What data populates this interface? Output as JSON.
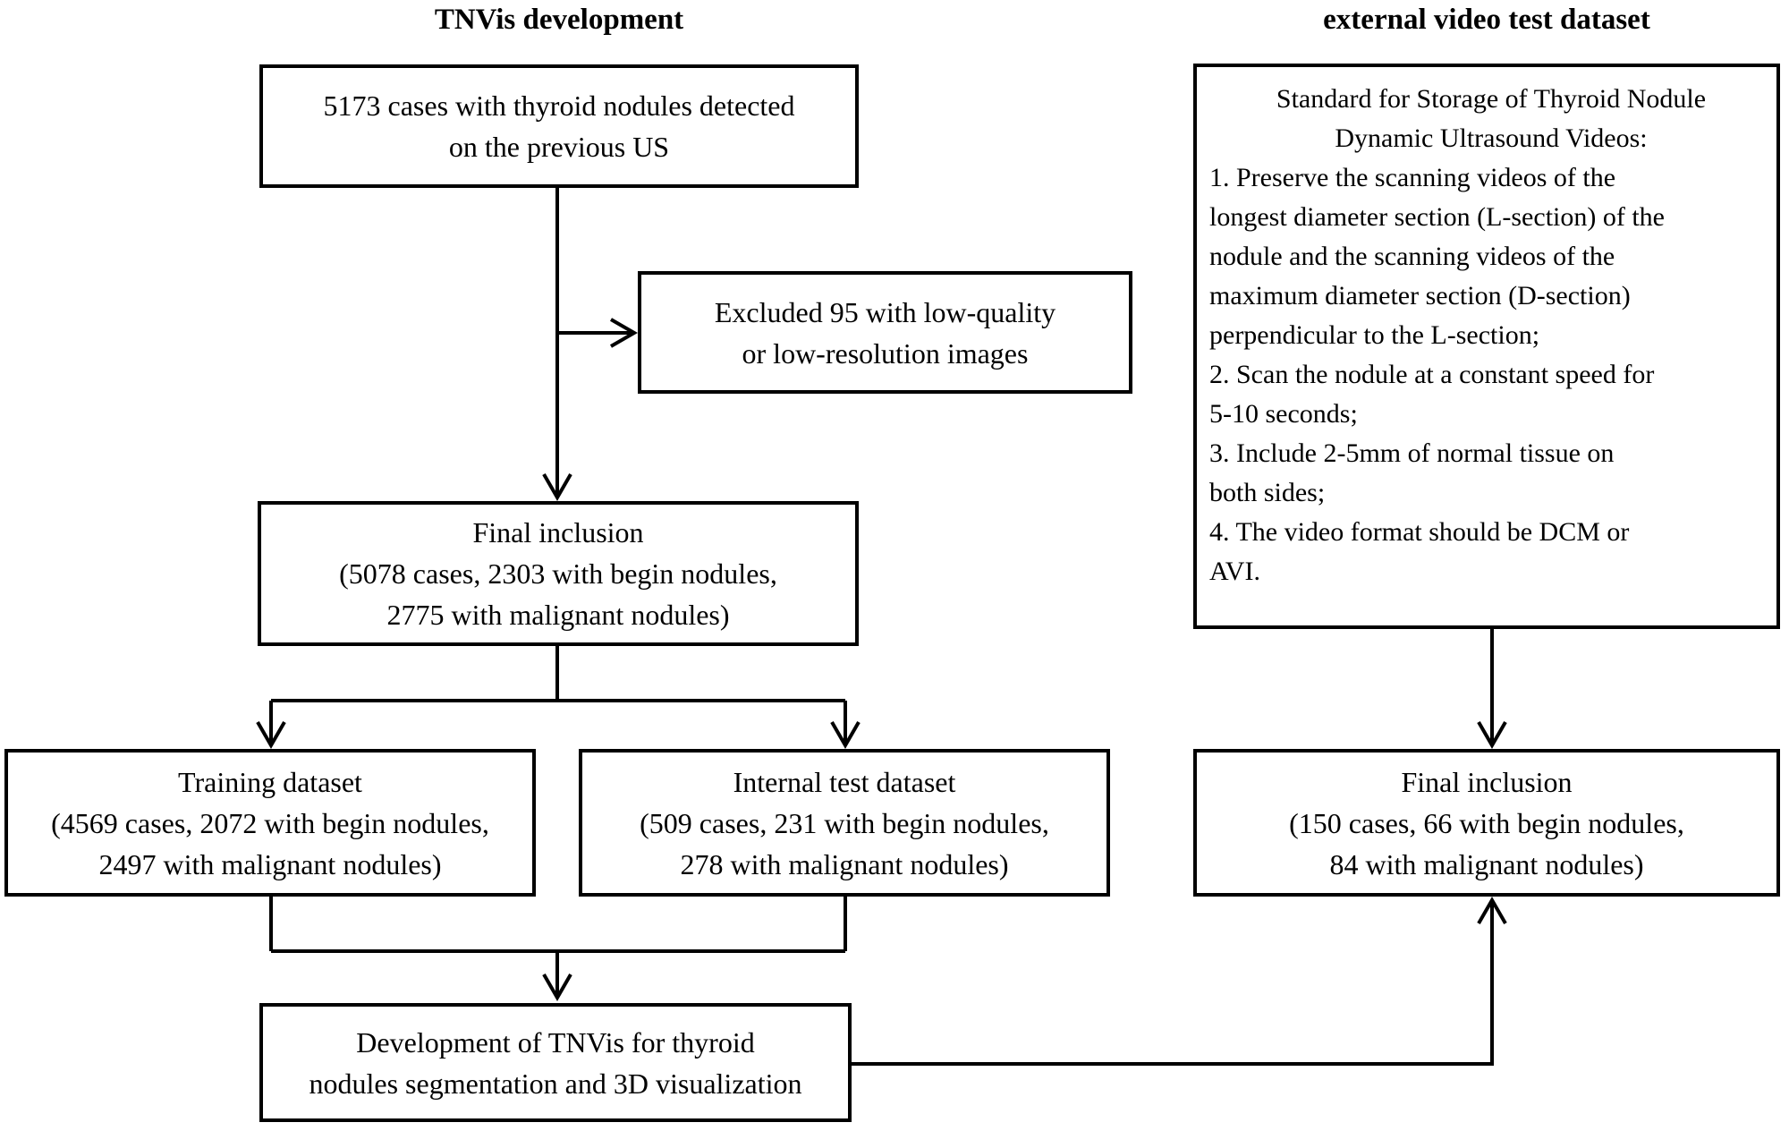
{
  "titles": {
    "left": "TNVis development",
    "right": "external video test dataset"
  },
  "boxes": {
    "cases": {
      "lines": [
        "5173 cases with thyroid nodules detected",
        "on the previous US"
      ]
    },
    "excluded": {
      "lines": [
        "Excluded 95 with low-quality",
        "or low-resolution images"
      ]
    },
    "final_inclusion_left": {
      "lines": [
        "Final inclusion",
        "(5078 cases, 2303 with begin nodules,",
        "2775 with malignant nodules)"
      ]
    },
    "training": {
      "lines": [
        "Training dataset",
        "(4569 cases, 2072 with begin nodules,",
        "2497 with malignant nodules)"
      ]
    },
    "internal_test": {
      "lines": [
        "Internal test dataset",
        "(509 cases, 231 with begin nodules,",
        "278 with malignant nodules)"
      ]
    },
    "development": {
      "lines": [
        "Development of TNVis for thyroid",
        "nodules segmentation and 3D visualization"
      ]
    },
    "standards": {
      "header_lines": [
        "Standard for Storage of Thyroid Nodule",
        "Dynamic Ultrasound Videos:"
      ],
      "item_lines": [
        "1. Preserve the scanning videos of the",
        "longest diameter section (L-section) of the",
        "nodule and the scanning videos of the",
        "maximum diameter section (D-section)",
        "perpendicular to the L-section;",
        "2. Scan the nodule at a constant speed for",
        "5-10 seconds;",
        "3. Include 2-5mm of normal tissue on",
        "both sides;",
        "4. The video format should be DCM or",
        "AVI."
      ]
    },
    "final_inclusion_right": {
      "lines": [
        "Final inclusion",
        "(150 cases, 66 with begin nodules,",
        "84 with malignant nodules)"
      ]
    }
  },
  "colors": {
    "line": "#000000",
    "text": "#000000",
    "background": "#ffffff"
  }
}
